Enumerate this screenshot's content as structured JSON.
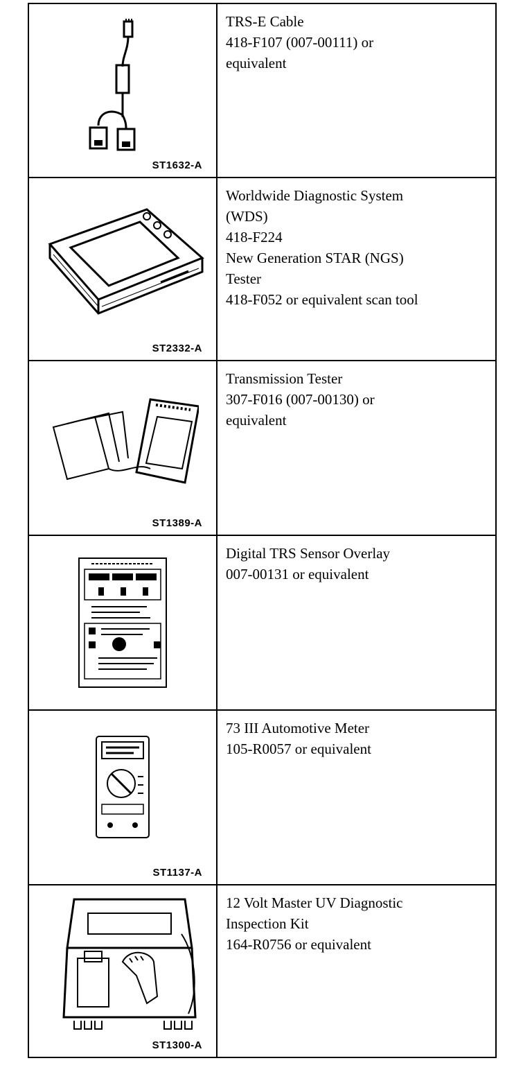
{
  "tools": [
    {
      "code": "ST1632-A",
      "lines": [
        "TRS-E Cable",
        "418-F107 (007-00111) or",
        "equivalent"
      ]
    },
    {
      "code": "ST2332-A",
      "lines": [
        "Worldwide Diagnostic System",
        "(WDS)",
        "418-F224",
        "New Generation STAR (NGS)",
        "Tester",
        "418-F052 or equivalent scan tool"
      ]
    },
    {
      "code": "ST1389-A",
      "lines": [
        "Transmission Tester",
        "307-F016 (007-00130) or",
        "equivalent"
      ]
    },
    {
      "code": "",
      "lines": [
        "Digital TRS Sensor Overlay",
        "007-00131 or equivalent"
      ]
    },
    {
      "code": "ST1137-A",
      "lines": [
        "73 III Automotive Meter",
        "105-R0057 or equivalent"
      ]
    },
    {
      "code": "ST1300-A",
      "lines": [
        "12 Volt Master UV Diagnostic",
        "Inspection Kit",
        "164-R0756 or equivalent"
      ]
    }
  ]
}
